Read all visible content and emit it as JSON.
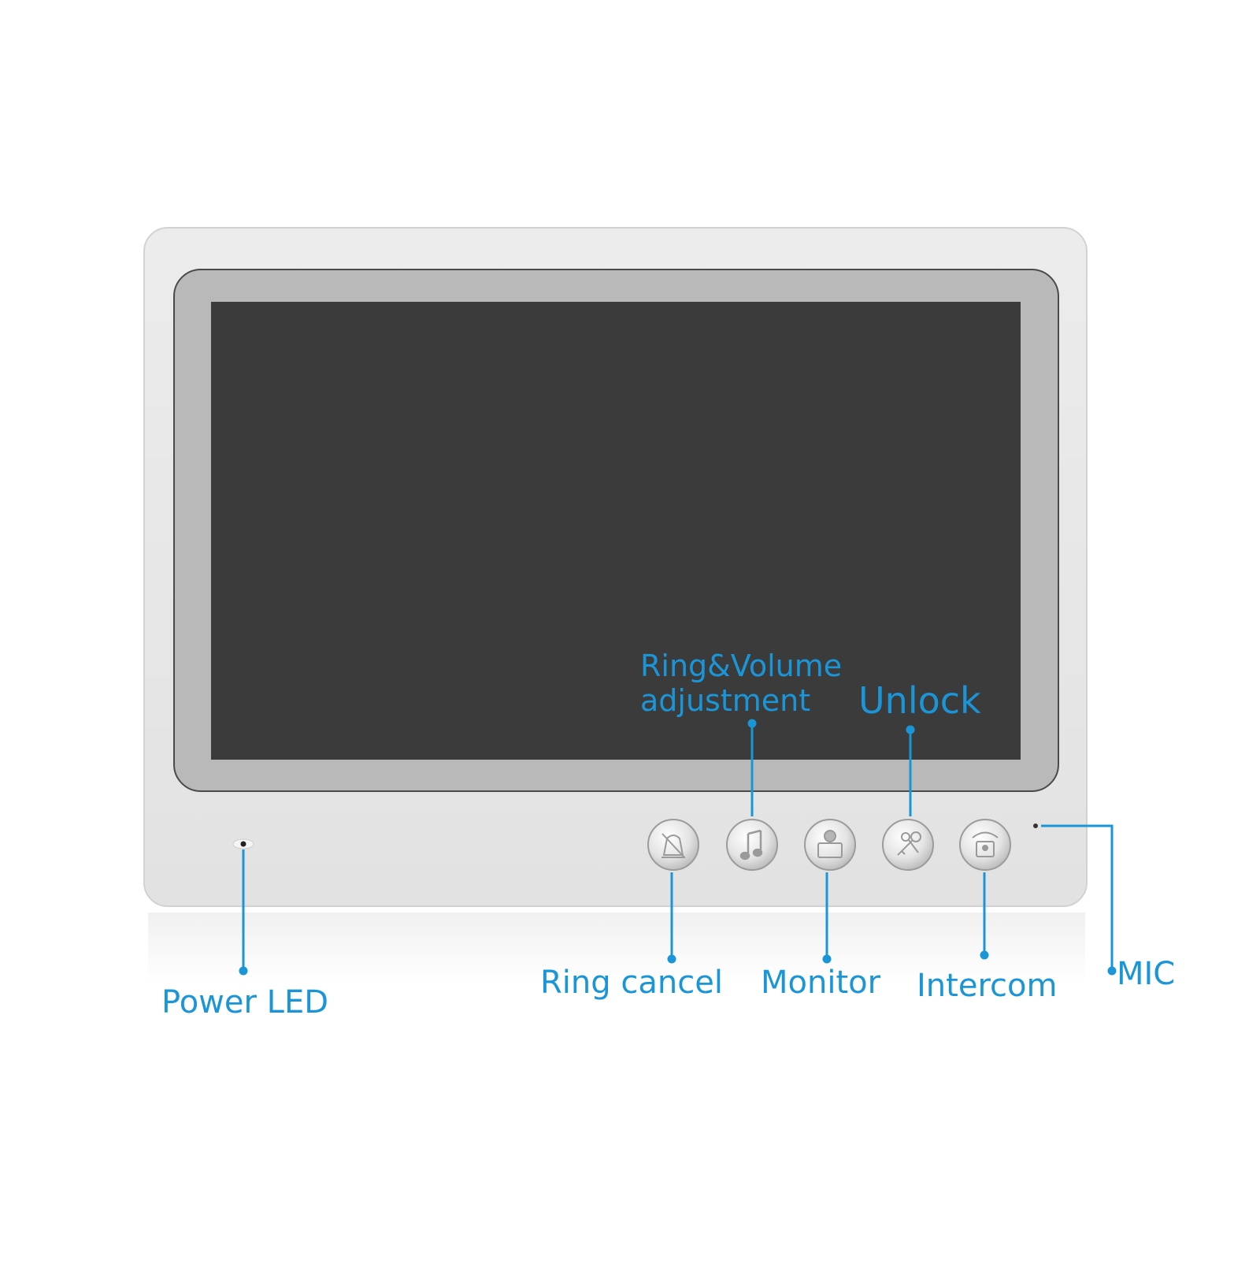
{
  "device": {
    "bezel_color": "#e8e8e8",
    "screen_color": "#3b3b3b",
    "accent_color": "#1a96d8",
    "buttons": [
      {
        "name": "ring-cancel",
        "icon": "bell-cancel-icon"
      },
      {
        "name": "ring-volume",
        "icon": "music-note-icon"
      },
      {
        "name": "monitor",
        "icon": "monitor-person-icon"
      },
      {
        "name": "unlock",
        "icon": "keys-icon"
      },
      {
        "name": "intercom",
        "icon": "phone-lock-icon"
      }
    ]
  },
  "callouts": {
    "power_led": "Power LED",
    "ring_cancel": "Ring cancel",
    "ring_volume_line1": "Ring&Volume",
    "ring_volume_line2": "adjustment",
    "monitor": "Monitor",
    "unlock": "Unlock",
    "intercom": "Intercom",
    "mic": "MIC"
  }
}
